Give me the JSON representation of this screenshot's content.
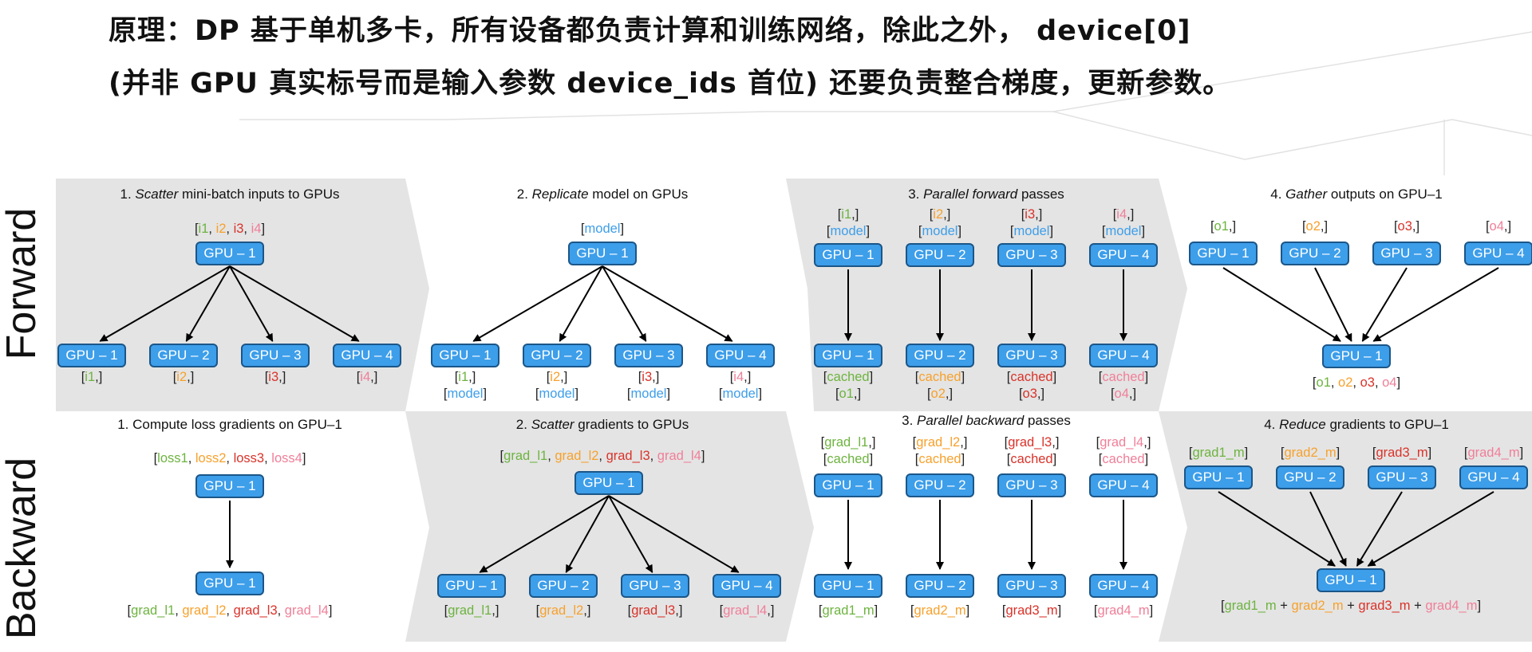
{
  "title": {
    "line1": "原理：DP 基于单机多卡，所有设备都负责计算和训练网络，除此之外， device[0]",
    "line2": "(并非 GPU 真实标号而是输入参数 device_ids 首位) 还要负责整合梯度，更新参数。"
  },
  "side_labels": {
    "forward": "Forward",
    "backward": "Backward"
  },
  "colors": {
    "gpu_fill": "#3d9eea",
    "gpu_border": "#1b5688",
    "panel": "#e4e4e4",
    "green": "#6db33f",
    "orange": "#f7a12c",
    "red": "#d9332a",
    "pink": "#f07f98",
    "blue": "#3d9eea"
  },
  "forward": {
    "p1": {
      "num": "1.",
      "em": "Scatter",
      "rest": "mini-batch inputs to GPUs",
      "top_gpu": "GPU – 1",
      "top_label": [
        [
          "[",
          "dark"
        ],
        [
          "i1",
          "green"
        ],
        [
          ", ",
          "dark"
        ],
        [
          "i2",
          "orange"
        ],
        [
          ", ",
          "dark"
        ],
        [
          "i3",
          "red"
        ],
        [
          ", ",
          "dark"
        ],
        [
          "i4",
          "pink"
        ],
        [
          "]",
          "dark"
        ]
      ],
      "gpus": [
        "GPU – 1",
        "GPU – 2",
        "GPU – 3",
        "GPU – 4"
      ],
      "labels": [
        [
          [
            "[",
            "dark"
          ],
          [
            "i1",
            "green"
          ],
          [
            ",]",
            "dark"
          ]
        ],
        [
          [
            "[",
            "dark"
          ],
          [
            "i2",
            "orange"
          ],
          [
            ",]",
            "dark"
          ]
        ],
        [
          [
            "[",
            "dark"
          ],
          [
            "i3",
            "red"
          ],
          [
            ",]",
            "dark"
          ]
        ],
        [
          [
            "[",
            "dark"
          ],
          [
            "i4",
            "pink"
          ],
          [
            ",]",
            "dark"
          ]
        ]
      ]
    },
    "p2": {
      "num": "2.",
      "em": "Replicate",
      "rest": "model on GPUs",
      "top_gpu": "GPU – 1",
      "top_label": [
        [
          "[",
          "dark"
        ],
        [
          "model",
          "blue"
        ],
        [
          "]",
          "dark"
        ]
      ],
      "gpus": [
        "GPU – 1",
        "GPU – 2",
        "GPU – 3",
        "GPU – 4"
      ],
      "labels1": [
        [
          [
            "[",
            "dark"
          ],
          [
            "i1",
            "green"
          ],
          [
            ",]",
            "dark"
          ]
        ],
        [
          [
            "[",
            "dark"
          ],
          [
            "i2",
            "orange"
          ],
          [
            ",]",
            "dark"
          ]
        ],
        [
          [
            "[",
            "dark"
          ],
          [
            "i3",
            "red"
          ],
          [
            ",]",
            "dark"
          ]
        ],
        [
          [
            "[",
            "dark"
          ],
          [
            "i4",
            "pink"
          ],
          [
            ",]",
            "dark"
          ]
        ]
      ],
      "labels2": [
        [
          [
            "[",
            "dark"
          ],
          [
            "model",
            "blue"
          ],
          [
            "]",
            "dark"
          ]
        ],
        [
          [
            "[",
            "dark"
          ],
          [
            "model",
            "blue"
          ],
          [
            "]",
            "dark"
          ]
        ],
        [
          [
            "[",
            "dark"
          ],
          [
            "model",
            "blue"
          ],
          [
            "]",
            "dark"
          ]
        ],
        [
          [
            "[",
            "dark"
          ],
          [
            "model",
            "blue"
          ],
          [
            "]",
            "dark"
          ]
        ]
      ]
    },
    "p3": {
      "num": "3.",
      "em": "Parallel forward",
      "rest": "passes",
      "top1": [
        [
          [
            "[",
            "dark"
          ],
          [
            "i1",
            "green"
          ],
          [
            ",]",
            "dark"
          ]
        ],
        [
          [
            "[",
            "dark"
          ],
          [
            "i2",
            "orange"
          ],
          [
            ",]",
            "dark"
          ]
        ],
        [
          [
            "[",
            "dark"
          ],
          [
            "i3",
            "red"
          ],
          [
            ",]",
            "dark"
          ]
        ],
        [
          [
            "[",
            "dark"
          ],
          [
            "i4",
            "pink"
          ],
          [
            ",]",
            "dark"
          ]
        ]
      ],
      "top2": [
        [
          [
            "[",
            "dark"
          ],
          [
            "model",
            "blue"
          ],
          [
            "]",
            "dark"
          ]
        ],
        [
          [
            "[",
            "dark"
          ],
          [
            "model",
            "blue"
          ],
          [
            "]",
            "dark"
          ]
        ],
        [
          [
            "[",
            "dark"
          ],
          [
            "model",
            "blue"
          ],
          [
            "]",
            "dark"
          ]
        ],
        [
          [
            "[",
            "dark"
          ],
          [
            "model",
            "blue"
          ],
          [
            "]",
            "dark"
          ]
        ]
      ],
      "gpus_top": [
        "GPU – 1",
        "GPU – 2",
        "GPU – 3",
        "GPU – 4"
      ],
      "gpus_bottom": [
        "GPU – 1",
        "GPU – 2",
        "GPU – 3",
        "GPU – 4"
      ],
      "bot1": [
        [
          [
            "[",
            "dark"
          ],
          [
            "cached",
            "green"
          ],
          [
            "]",
            "dark"
          ]
        ],
        [
          [
            "[",
            "dark"
          ],
          [
            "cached",
            "orange"
          ],
          [
            "]",
            "dark"
          ]
        ],
        [
          [
            "[",
            "dark"
          ],
          [
            "cached",
            "red"
          ],
          [
            "]",
            "dark"
          ]
        ],
        [
          [
            "[",
            "dark"
          ],
          [
            "cached",
            "pink"
          ],
          [
            "]",
            "dark"
          ]
        ]
      ],
      "bot2": [
        [
          [
            "[",
            "dark"
          ],
          [
            "o1",
            "green"
          ],
          [
            ",]",
            "dark"
          ]
        ],
        [
          [
            "[",
            "dark"
          ],
          [
            "o2",
            "orange"
          ],
          [
            ",]",
            "dark"
          ]
        ],
        [
          [
            "[",
            "dark"
          ],
          [
            "o3",
            "red"
          ],
          [
            ",]",
            "dark"
          ]
        ],
        [
          [
            "[",
            "dark"
          ],
          [
            "o4",
            "pink"
          ],
          [
            ",]",
            "dark"
          ]
        ]
      ]
    },
    "p4": {
      "num": "4.",
      "em": "Gather",
      "rest": "outputs on GPU–1",
      "top": [
        [
          [
            "[",
            "dark"
          ],
          [
            "o1",
            "green"
          ],
          [
            ",]",
            "dark"
          ]
        ],
        [
          [
            "[",
            "dark"
          ],
          [
            "o2",
            "orange"
          ],
          [
            ",]",
            "dark"
          ]
        ],
        [
          [
            "[",
            "dark"
          ],
          [
            "o3",
            "red"
          ],
          [
            ",]",
            "dark"
          ]
        ],
        [
          [
            "[",
            "dark"
          ],
          [
            "o4",
            "pink"
          ],
          [
            ",]",
            "dark"
          ]
        ]
      ],
      "gpus": [
        "GPU – 1",
        "GPU – 2",
        "GPU – 3",
        "GPU – 4"
      ],
      "bottom_gpu": "GPU – 1",
      "bottom_label": [
        [
          "[",
          "dark"
        ],
        [
          "o1",
          "green"
        ],
        [
          ", ",
          "dark"
        ],
        [
          "o2",
          "orange"
        ],
        [
          ", ",
          "dark"
        ],
        [
          "o3",
          "red"
        ],
        [
          ", ",
          "dark"
        ],
        [
          "o4",
          "pink"
        ],
        [
          "]",
          "dark"
        ]
      ]
    }
  },
  "backward": {
    "p1": {
      "num": "1.",
      "em": "",
      "rest": "Compute loss gradients on GPU–1",
      "top_label": [
        [
          "[",
          "dark"
        ],
        [
          "loss1",
          "green"
        ],
        [
          ", ",
          "dark"
        ],
        [
          "loss2",
          "orange"
        ],
        [
          ", ",
          "dark"
        ],
        [
          "loss3",
          "red"
        ],
        [
          ", ",
          "dark"
        ],
        [
          "loss4",
          "pink"
        ],
        [
          "]",
          "dark"
        ]
      ],
      "top_gpu": "GPU – 1",
      "bottom_gpu": "GPU – 1",
      "bottom_label": [
        [
          "[",
          "dark"
        ],
        [
          "grad_l1",
          "green"
        ],
        [
          ", ",
          "dark"
        ],
        [
          "grad_l2",
          "orange"
        ],
        [
          ", ",
          "dark"
        ],
        [
          "grad_l3",
          "red"
        ],
        [
          ", ",
          "dark"
        ],
        [
          "grad_l4",
          "pink"
        ],
        [
          "]",
          "dark"
        ]
      ]
    },
    "p2": {
      "num": "2.",
      "em": "Scatter",
      "rest": "gradients to GPUs",
      "top_label": [
        [
          "[",
          "dark"
        ],
        [
          "grad_l1",
          "green"
        ],
        [
          ", ",
          "dark"
        ],
        [
          "grad_l2",
          "orange"
        ],
        [
          ", ",
          "dark"
        ],
        [
          "grad_l3",
          "red"
        ],
        [
          ", ",
          "dark"
        ],
        [
          "grad_l4",
          "pink"
        ],
        [
          "]",
          "dark"
        ]
      ],
      "top_gpu": "GPU – 1",
      "gpus": [
        "GPU – 1",
        "GPU – 2",
        "GPU – 3",
        "GPU – 4"
      ],
      "labels": [
        [
          [
            "[",
            "dark"
          ],
          [
            "grad_l1",
            "green"
          ],
          [
            ",]",
            "dark"
          ]
        ],
        [
          [
            "[",
            "dark"
          ],
          [
            "grad_l2",
            "orange"
          ],
          [
            ",]",
            "dark"
          ]
        ],
        [
          [
            "[",
            "dark"
          ],
          [
            "grad_l3",
            "red"
          ],
          [
            ",]",
            "dark"
          ]
        ],
        [
          [
            "[",
            "dark"
          ],
          [
            "grad_l4",
            "pink"
          ],
          [
            ",]",
            "dark"
          ]
        ]
      ]
    },
    "p3": {
      "num": "3.",
      "em": "Parallel backward",
      "rest": "passes",
      "top1": [
        [
          [
            "[",
            "dark"
          ],
          [
            "grad_l1",
            "green"
          ],
          [
            ",]",
            "dark"
          ]
        ],
        [
          [
            "[",
            "dark"
          ],
          [
            "grad_l2",
            "orange"
          ],
          [
            ",]",
            "dark"
          ]
        ],
        [
          [
            "[",
            "dark"
          ],
          [
            "grad_l3",
            "red"
          ],
          [
            ",]",
            "dark"
          ]
        ],
        [
          [
            "[",
            "dark"
          ],
          [
            "grad_l4",
            "pink"
          ],
          [
            ",]",
            "dark"
          ]
        ]
      ],
      "top2": [
        [
          [
            "[",
            "dark"
          ],
          [
            "cached",
            "green"
          ],
          [
            "]",
            "dark"
          ]
        ],
        [
          [
            "[",
            "dark"
          ],
          [
            "cached",
            "orange"
          ],
          [
            "]",
            "dark"
          ]
        ],
        [
          [
            "[",
            "dark"
          ],
          [
            "cached",
            "red"
          ],
          [
            "]",
            "dark"
          ]
        ],
        [
          [
            "[",
            "dark"
          ],
          [
            "cached",
            "pink"
          ],
          [
            "]",
            "dark"
          ]
        ]
      ],
      "gpus_top": [
        "GPU – 1",
        "GPU – 2",
        "GPU – 3",
        "GPU – 4"
      ],
      "gpus_bottom": [
        "GPU – 1",
        "GPU – 2",
        "GPU – 3",
        "GPU – 4"
      ],
      "bot": [
        [
          [
            "[",
            "dark"
          ],
          [
            "grad1_m",
            "green"
          ],
          [
            "]",
            "dark"
          ]
        ],
        [
          [
            "[",
            "dark"
          ],
          [
            "grad2_m",
            "orange"
          ],
          [
            "]",
            "dark"
          ]
        ],
        [
          [
            "[",
            "dark"
          ],
          [
            "grad3_m",
            "red"
          ],
          [
            "]",
            "dark"
          ]
        ],
        [
          [
            "[",
            "dark"
          ],
          [
            "grad4_m",
            "pink"
          ],
          [
            "]",
            "dark"
          ]
        ]
      ]
    },
    "p4": {
      "num": "4.",
      "em": "Reduce",
      "rest": "gradients to GPU–1",
      "top": [
        [
          [
            "[",
            "dark"
          ],
          [
            "grad1_m",
            "green"
          ],
          [
            "]",
            "dark"
          ]
        ],
        [
          [
            "[",
            "dark"
          ],
          [
            "grad2_m",
            "orange"
          ],
          [
            "]",
            "dark"
          ]
        ],
        [
          [
            "[",
            "dark"
          ],
          [
            "grad3_m",
            "red"
          ],
          [
            "]",
            "dark"
          ]
        ],
        [
          [
            "[",
            "dark"
          ],
          [
            "grad4_m",
            "pink"
          ],
          [
            "]",
            "dark"
          ]
        ]
      ],
      "gpus": [
        "GPU – 1",
        "GPU – 2",
        "GPU – 3",
        "GPU – 4"
      ],
      "bottom_gpu": "GPU – 1",
      "bottom_label": [
        [
          "[",
          "dark"
        ],
        [
          "grad1_m",
          "green"
        ],
        [
          " + ",
          "dark"
        ],
        [
          "grad2_m",
          "orange"
        ],
        [
          " + ",
          "dark"
        ],
        [
          "grad3_m",
          "red"
        ],
        [
          " + ",
          "dark"
        ],
        [
          "grad4_m",
          "pink"
        ],
        [
          "]",
          "dark"
        ]
      ]
    }
  }
}
